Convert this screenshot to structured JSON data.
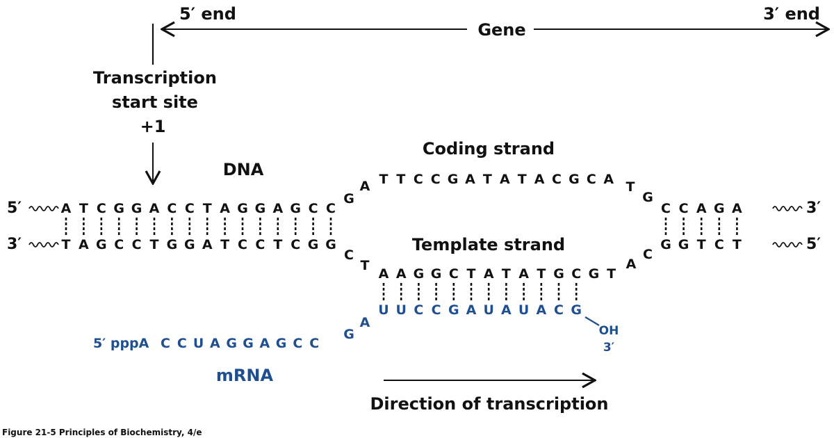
{
  "labels": {
    "five_prime_end": "5′ end",
    "three_prime_end": "3′ end",
    "gene": "Gene",
    "tss_line1": "Transcription",
    "tss_line2": "start site",
    "tss_pos": "+1",
    "dna": "DNA",
    "coding_strand": "Coding strand",
    "template_strand": "Template strand",
    "mrna": "mRNA",
    "direction": "Direction of transcription",
    "caption": "Figure 21-5  Principles of Biochemistry, 4/e"
  },
  "dna_ends": {
    "top_left": "5′",
    "top_right": "3′",
    "bottom_left": "3′",
    "bottom_right": "5′"
  },
  "left_duplex": {
    "top": [
      "A",
      "T",
      "C",
      "G",
      "G",
      "A",
      "C",
      "C",
      "T",
      "A",
      "G",
      "G",
      "A",
      "G",
      "C",
      "C"
    ],
    "bottom": [
      "T",
      "A",
      "G",
      "C",
      "C",
      "T",
      "G",
      "G",
      "A",
      "T",
      "C",
      "C",
      "T",
      "C",
      "G",
      "G"
    ]
  },
  "bubble": {
    "coding_entry": [
      "G",
      "A"
    ],
    "coding": [
      "T",
      "T",
      "C",
      "C",
      "G",
      "A",
      "T",
      "A",
      "T",
      "A",
      "C",
      "G",
      "C",
      "A"
    ],
    "coding_exit": [
      "T",
      "G"
    ],
    "template_entry": [
      "C",
      "T"
    ],
    "template": [
      "A",
      "A",
      "G",
      "G",
      "C",
      "T",
      "A",
      "T",
      "A",
      "T",
      "G",
      "C",
      "G",
      "T"
    ],
    "template_exit": [
      "A",
      "C"
    ],
    "paired_count": 12
  },
  "right_duplex": {
    "top": [
      "C",
      "C",
      "A",
      "G",
      "A"
    ],
    "bottom": [
      "G",
      "G",
      "T",
      "C",
      "T"
    ]
  },
  "mrna": {
    "prefix": "5′ pppA",
    "tail": [
      "C",
      "C",
      "U",
      "A",
      "G",
      "G",
      "A",
      "G",
      "C",
      "C"
    ],
    "bend": [
      "G",
      "A"
    ],
    "paired": [
      "U",
      "U",
      "C",
      "C",
      "G",
      "A",
      "U",
      "A",
      "U",
      "A",
      "C",
      "G"
    ],
    "end_group": "OH",
    "end_label": "3′"
  },
  "colors": {
    "dna": "#111111",
    "rna": "#1f4f8f"
  }
}
